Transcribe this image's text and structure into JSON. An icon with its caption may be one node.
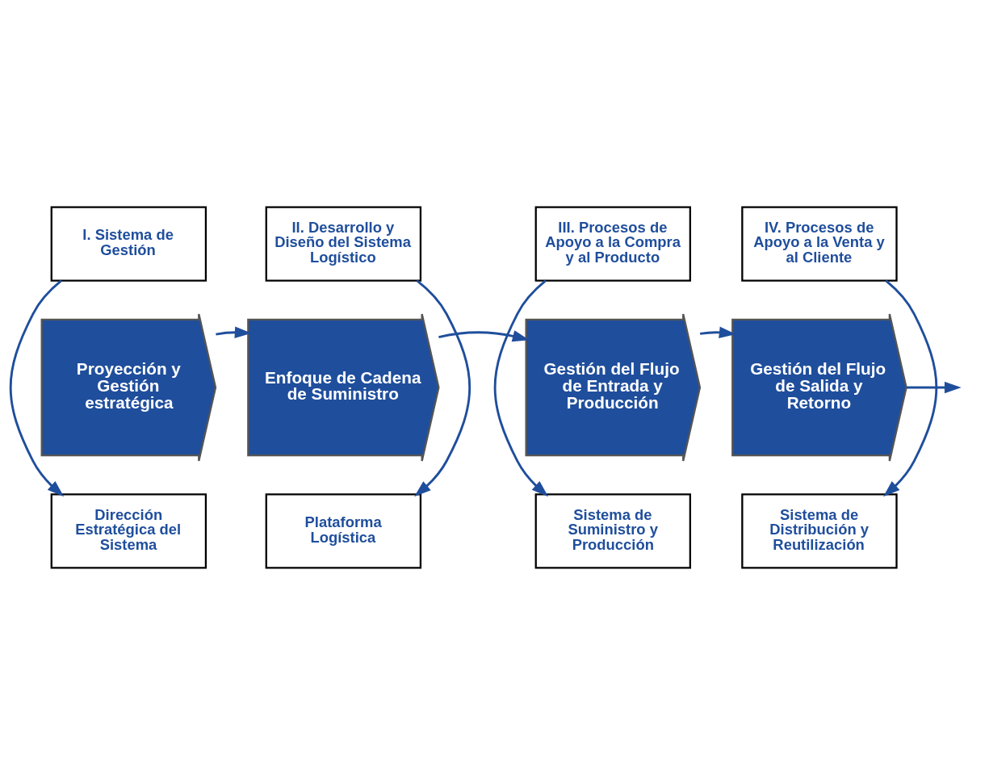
{
  "diagram": {
    "nodes": [
      {
        "text": [
          "I. Sistema de Gestión"
        ]
      },
      {
        "text": [
          "II. Desarrollo y Diseño del Sistema Logístico"
        ]
      },
      {
        "text": [
          "III. Procesos de Apoyo a la Compra y al Producto"
        ]
      },
      {
        "text": [
          "IV. Procesos de Apoyo a la Venta y al Cliente"
        ]
      },
      {
        "text": [
          "Proyección y Gestión estratégica"
        ]
      },
      {
        "text": [
          "Enfoque de Cadena de Suministro"
        ]
      },
      {
        "text": [
          "Gestión del Flujo de Entrada y Producción"
        ]
      },
      {
        "text": [
          "Gestión del Flujo de Salida y Retorno"
        ]
      },
      {
        "text": [
          "Dirección Estratégica del Sistema"
        ]
      },
      {
        "text": [
          "Plataforma Logística"
        ]
      },
      {
        "text": [
          "Sistema de Suministro y Producción"
        ]
      },
      {
        "text": [
          "Sistema de Distribución y Reutilización"
        ]
      }
    ],
    "edges": [
      {
        "from": 0,
        "to": 8,
        "arrow": "to"
      },
      {
        "from": 1,
        "to": 9,
        "arrow": "to"
      },
      {
        "from": 2,
        "to": 10,
        "arrow": "to"
      },
      {
        "from": 3,
        "to": 11,
        "arrow": "to"
      },
      {
        "from": 4,
        "to": 5,
        "arrow": "to"
      },
      {
        "from": 5,
        "to": 6,
        "arrow": "to"
      },
      {
        "from": 6,
        "to": 7,
        "arrow": "to"
      },
      {
        "from": 7,
        "to": null,
        "arrow": "to"
      }
    ]
  }
}
